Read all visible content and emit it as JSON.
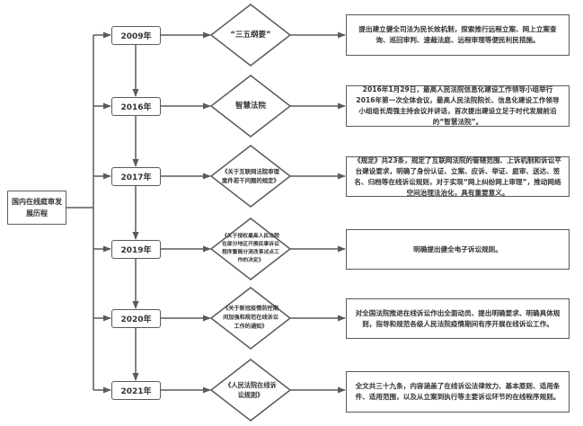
{
  "root": {
    "label": "国内在线庭审发展历程"
  },
  "timeline": [
    {
      "year": "2009年",
      "milestone": "“三五纲要”",
      "description": "提出建立健全司法为民长效机制，探索推行远程立案、网上立案查询、巡回审判、速裁法庭、远程审理等便民利民措施。"
    },
    {
      "year": "2016年",
      "milestone": "智慧法院",
      "description": "2016年1月29日，最高人民法院信息化建设工作领导小组举行2016年第一次全体会议，最高人民法院院长、信息化建设工作领导小组组长周强主持会议并讲话，首次提出建设立足于时代发展前沿的“智慧法院”。"
    },
    {
      "year": "2017年",
      "milestone": "《关于互联网法院审理案件若干问题的规定》",
      "description": "《规定》共23条，规定了互联网法院的管辖范围、上诉机制和诉讼平台建设要求，明确了身份认证、立案、应诉、举证、庭审、送达、签名、归档等在线诉讼规则，对于实现“网上纠纷网上审理”，推动网络空间治理法治化，具有重要意义。"
    },
    {
      "year": "2019年",
      "milestone": "《关于授权最高人民法院在部分地区开展民事诉讼程序繁简分流改革试点工作的决定》",
      "description": "明确提出健全电子诉讼规则。"
    },
    {
      "year": "2020年",
      "milestone": "《关于新冠疫情防控期间加强和规范在线诉讼工作的通知》",
      "description": "对全国法院推进在线诉讼作出全面动员、提出明确要求、明确具体规则，指导和规范各级人民法院疫情期间有序开展在线诉讼工作。"
    },
    {
      "year": "2021年",
      "milestone": "《人民法院在线诉讼规则》",
      "description": "全文共三十九条，内容涵盖了在线诉讼法律效力、基本原则、适用条件、适用范围，以及从立案到执行等主要诉讼环节的在线程序规则。"
    }
  ],
  "colors": {
    "line": "#5a5a5a",
    "text": "#333333",
    "background": "#ffffff"
  }
}
